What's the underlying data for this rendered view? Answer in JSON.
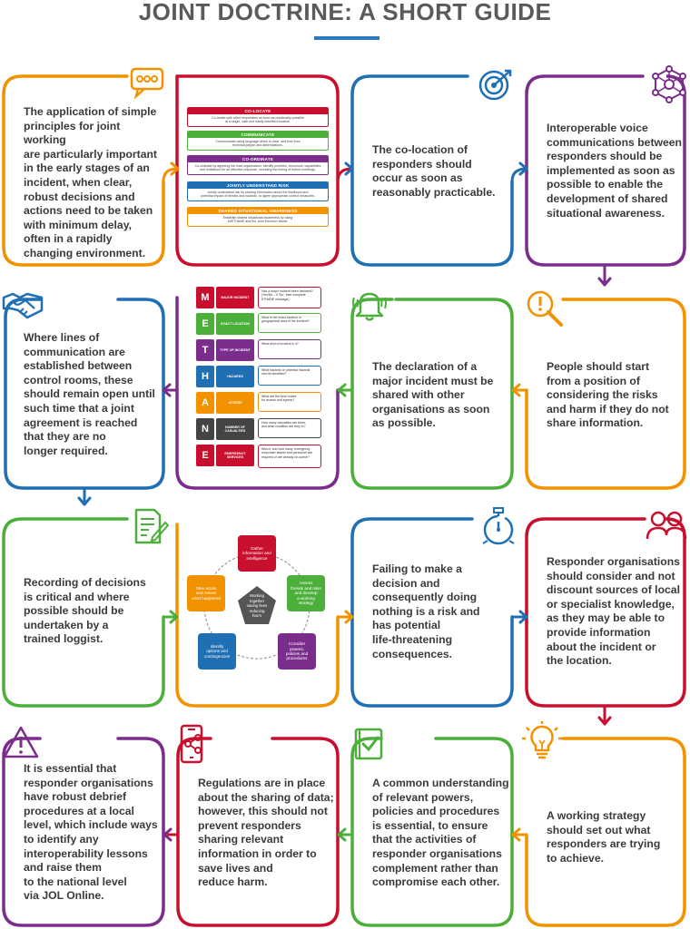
{
  "title": "JOINT DOCTRINE: A SHORT GUIDE",
  "colors": {
    "orange": "#f39200",
    "blue": "#1f6fb5",
    "purple": "#7b2d8b",
    "green": "#4caf3a",
    "red": "#c8102e",
    "grey": "#555555",
    "title_rule": "#2b7bbd"
  },
  "cards": {
    "c1": "The application of simple\nprinciples for joint working\nare particularly important\nin the early stages of an\nincident, when clear,\nrobust decisions and\nactions need to be taken\nwith minimum delay,\noften in a rapidly\nchanging environment.",
    "c2": "The co-location of\nresponders should\noccur as soon as\nreasonably practicable.",
    "c3": "Interoperable voice\ncommunications between\nresponders should be\nimplemented as soon as\npossible to enable the\ndevelopment of shared\nsituational awareness.",
    "c4": "People should start\nfrom a position of\nconsidering the risks\nand harm if they do not\nshare information.",
    "c5": "The declaration of a\nmajor incident must be\nshared with other\norganisations as soon\nas possible.",
    "c6": "Where lines of\ncommunication are\nestablished between\ncontrol rooms, these\nshould remain open until\nsuch time that a joint\nagreement is reached\nthat they are no\nlonger required.",
    "c7": "Recording of decisions\nis critical and where\npossible should be\nundertaken by a\ntrained loggist.",
    "c8": "Failing to make a\ndecision and\nconsequently doing\nnothing is a risk and\nhas potential\nlife-threatening\nconsequences.",
    "c9": "Responder organisations\nshould consider and not\ndiscount sources of local\nor specialist knowledge,\nas they may be able to\nprovide information\nabout the incident or\nthe location.",
    "c10": "A working strategy\nshould set out what\nresponders are trying\nto achieve.",
    "c11": "A common understanding\nof relevant powers,\npolicies and procedures\nis essential, to ensure\nthat the activities of\nresponder organisations\ncomplement rather than\ncompromise each other.",
    "c12": "Regulations are in place\nabout the sharing of data;\nhowever, this should not\nprevent responders\nsharing relevant\ninformation in order to\nsave lives and\nreduce harm.",
    "c13": "It is essential that\nresponder organisations\nhave robust debrief\nprocedures at a local\nlevel, which include ways\nto identify any\ninteroperability lessons\nand raise them\nto the national level\nvia JOL Online."
  },
  "icons": {
    "c1": "speech-bubble-icon",
    "c2": "target-icon",
    "c3": "network-icon",
    "c4": "magnifier-warning-icon",
    "c5": "alarm-bell-icon",
    "c6": "handshake-icon",
    "c7": "document-pen-icon",
    "c8": "stopwatch-icon",
    "c9": "people-icon",
    "c10": "lightbulb-icon",
    "c11": "checkbook-icon",
    "c12": "mobile-share-icon",
    "c13": "warning-triangle-icon"
  },
  "principles": [
    {
      "head": "CO-LOCATE",
      "body": "Co-locate with other responders as soon as practicably possible\nat a single, safe and easily identified location.",
      "color": "#c8102e"
    },
    {
      "head": "COMMUNICATE",
      "body": "Communicate using language which is clear, and free from\ntechnical jargon and abbreviations.",
      "color": "#4caf3a"
    },
    {
      "head": "CO-ORDINATE",
      "body": "Co-ordinate by agreeing the lead organisation. Identify priorities, resources, capabilities\nand limitations for an effective response, including the timing of further meetings.",
      "color": "#7b2d8b"
    },
    {
      "head": "JOINTLY UNDERSTAND RISK",
      "body": "Jointly understand risk by sharing information about the likelihood and\npotential impact of threats and hazards, to agree appropriate control measures.",
      "color": "#1f6fb5"
    },
    {
      "head": "SHARED SITUATIONAL AWARENESS",
      "body": "Establish shared situational awareness by using\nM/ETHANE and the Joint Decision Model.",
      "color": "#f39200"
    }
  ],
  "methane": [
    {
      "letter": "M",
      "label": "MAJOR INCIDENT",
      "question": "Has a major incident been declared?\n(Yes/No – if 'No', then complete\nETHANE message)",
      "color": "#c8102e"
    },
    {
      "letter": "E",
      "label": "EXACT LOCATION",
      "question": "What is the exact location or\ngeographical area of the incident?",
      "color": "#4caf3a"
    },
    {
      "letter": "T",
      "label": "TYPE OF INCIDENT",
      "question": "What kind of incident is it?",
      "color": "#7b2d8b"
    },
    {
      "letter": "H",
      "label": "HAZARDS",
      "question": "What hazards or potential hazards\ncan be identified?",
      "color": "#1f6fb5"
    },
    {
      "letter": "A",
      "label": "ACCESS",
      "question": "What are the best routes\nfor access and egress?",
      "color": "#f39200"
    },
    {
      "letter": "N",
      "label": "NUMBER OF\nCASUALTIES",
      "question": "How many casualties are there,\nand what condition are they in?",
      "color": "#444444"
    },
    {
      "letter": "E",
      "label": "EMERGENCY\nSERVICES",
      "question": "Which, and how many, emergency\nresponder assets and personnel are\nrequired or are already on-scene?",
      "color": "#c8102e"
    }
  ],
  "jdm": {
    "centre": "Working\ntogether\nsaving lives\nreducing\nharm",
    "nodes": [
      {
        "label": "Gather\ninformation and\nintelligence",
        "color": "#c8102e"
      },
      {
        "label": "Assess\nthreats and risks\nand develop\na working\nstrategy",
        "color": "#4caf3a"
      },
      {
        "label": "Consider\npowers,\npolicies and\nprocedures",
        "color": "#7b2d8b"
      },
      {
        "label": "Identify\noptions and\ncontingencies",
        "color": "#1f6fb5"
      },
      {
        "label": "Take action\nand review\nwhat happened",
        "color": "#f39200"
      }
    ]
  }
}
